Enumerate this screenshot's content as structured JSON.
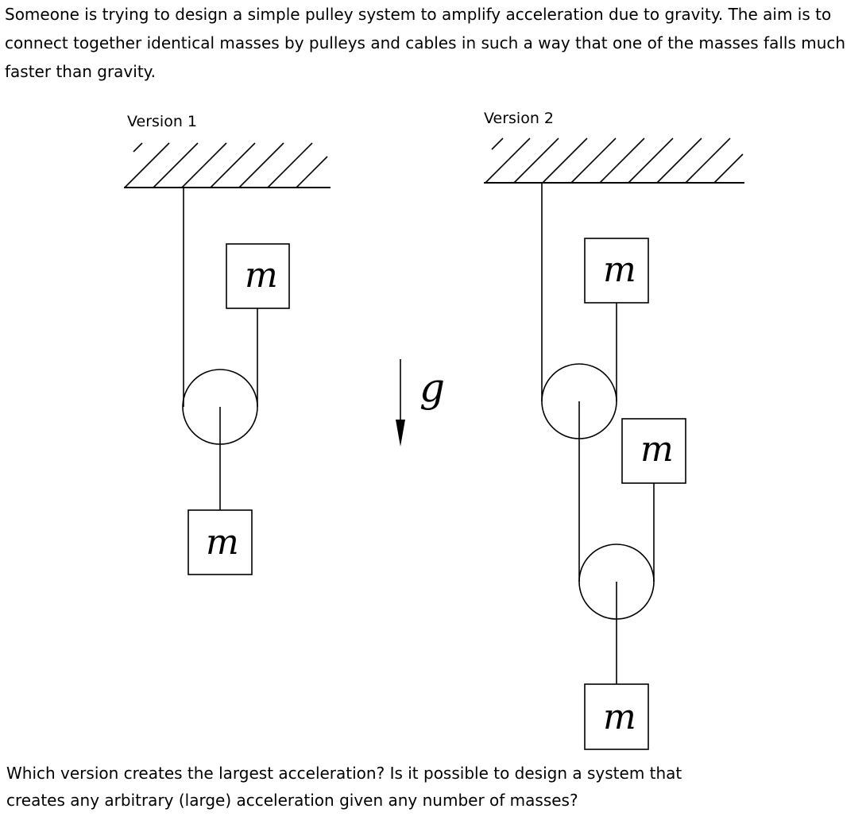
{
  "intro_text": "Someone is trying to design a simple pulley system to amplify acceleration due to gravity.  The aim is to connect together identical masses by pulleys and cables in such a way that one of the masses falls much faster than gravity.",
  "version1": {
    "label": "Version 1",
    "mass_labels": [
      "m",
      "m"
    ]
  },
  "version2": {
    "label": "Version 2",
    "mass_labels": [
      "m",
      "m",
      "m"
    ]
  },
  "gravity_label": "g",
  "question_text": "Which version creates the largest acceleration? Is it possible to design a system that creates any arbitrary (large) acceleration given any number of masses?",
  "colors": {
    "ink": "#000000",
    "background": "#ffffff"
  }
}
